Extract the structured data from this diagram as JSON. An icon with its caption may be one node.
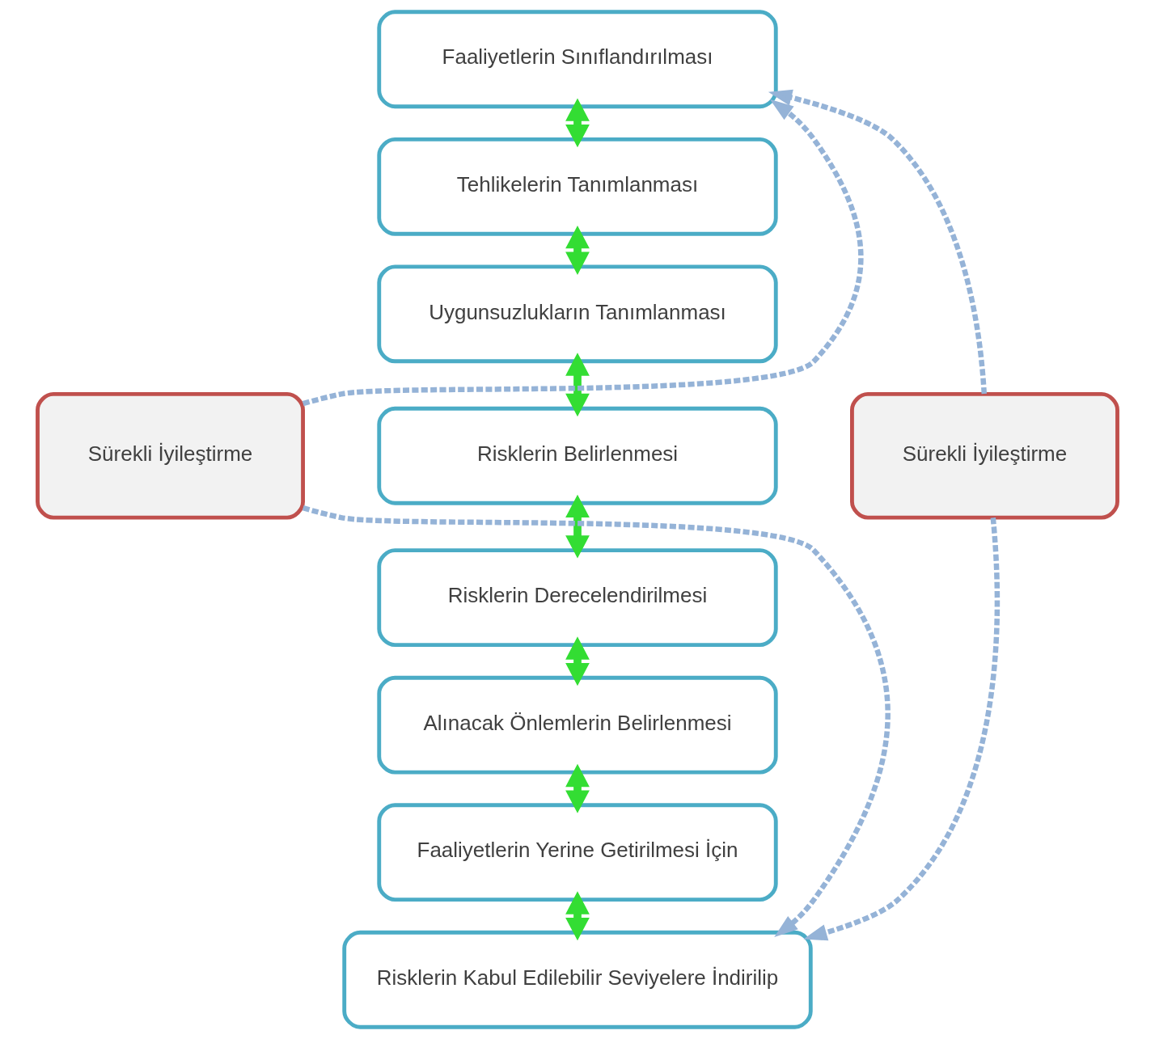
{
  "diagram": {
    "nodes": [
      {
        "text": [
          "Faaliyetlerin Sınıflandırılması"
        ]
      },
      {
        "text": [
          "Tehlikelerin Tanımlanması"
        ]
      },
      {
        "text": [
          "Uygunsuzlukların Tanımlanması"
        ]
      },
      {
        "text": [
          "Risklerin Belirlenmesi"
        ]
      },
      {
        "text": [
          "Risklerin Derecelendirilmesi"
        ]
      },
      {
        "text": [
          "Alınacak Önlemlerin Belirlenmesi"
        ]
      },
      {
        "text": [
          "Faaliyetlerin Yerine Getirilmesi İçin"
        ]
      },
      {
        "text": [
          "Risklerin Kabul Edilebilir Seviyelere İndirilip"
        ]
      },
      {
        "text": [
          "Sürekli İyileştirme"
        ]
      },
      {
        "text": [
          "Sürekli İyileştirme"
        ]
      }
    ],
    "edges": [
      {
        "from": 0,
        "to": 1,
        "arrow": "both"
      },
      {
        "from": 1,
        "to": 2,
        "arrow": "both"
      },
      {
        "from": 2,
        "to": 3,
        "arrow": "both"
      },
      {
        "from": 3,
        "to": 4,
        "arrow": "both"
      },
      {
        "from": 4,
        "to": 5,
        "arrow": "both"
      },
      {
        "from": 5,
        "to": 6,
        "arrow": "both"
      },
      {
        "from": 6,
        "to": 7,
        "arrow": "both"
      },
      {
        "from": 8,
        "to": 0,
        "arrow": "to",
        "style": "dashed",
        "color": "#95b3d7"
      },
      {
        "from": 8,
        "to": 7,
        "arrow": "to",
        "style": "dashed",
        "color": "#95b3d7"
      },
      {
        "from": 9,
        "to": 0,
        "arrow": "to",
        "style": "dashed",
        "color": "#95b3d7"
      },
      {
        "from": 9,
        "to": 7,
        "arrow": "to",
        "style": "dashed",
        "color": "#95b3d7"
      }
    ]
  }
}
